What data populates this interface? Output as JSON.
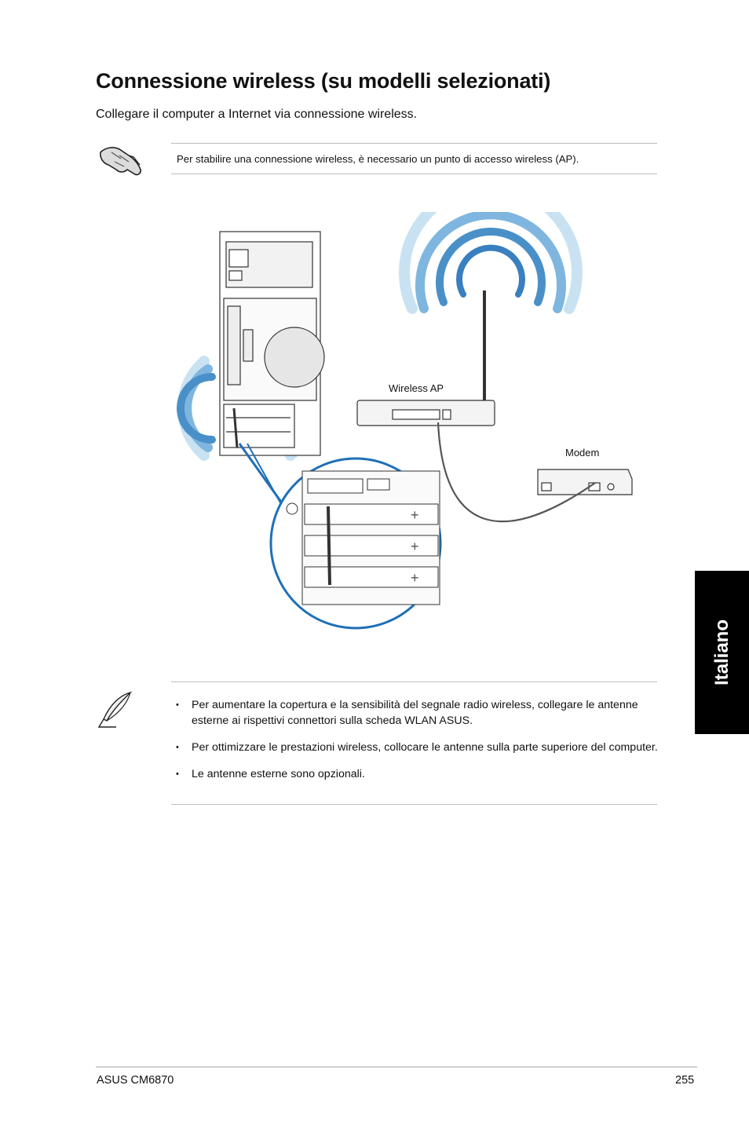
{
  "page": {
    "title": "Connessione wireless (su modelli selezionati)",
    "intro": "Collegare il computer a Internet via connessione wireless."
  },
  "note": {
    "icon": "pointing-hand-icon",
    "text": "Per stabilire una connessione wireless, è necessario un punto di accesso wireless (AP)."
  },
  "diagram": {
    "wireless_ap_label": "Wireless AP",
    "modem_label": "Modem",
    "wave_color": "#4a90c8",
    "wave_fill": "#c9e2f2",
    "zoom_circle_color": "#1f6fb7"
  },
  "tips": {
    "icon": "feather-pen-icon",
    "items": [
      "Per aumentare la copertura e la sensibilità del segnale radio wireless, collegare le antenne esterne ai rispettivi connettori sulla scheda WLAN ASUS.",
      "Per ottimizzare le prestazioni wireless, collocare le antenne sulla parte superiore del computer.",
      "Le antenne esterne sono opzionali."
    ],
    "bullet": "•"
  },
  "side_tab": {
    "label": "Italiano"
  },
  "footer": {
    "model": "ASUS CM6870",
    "page_number": "255"
  }
}
